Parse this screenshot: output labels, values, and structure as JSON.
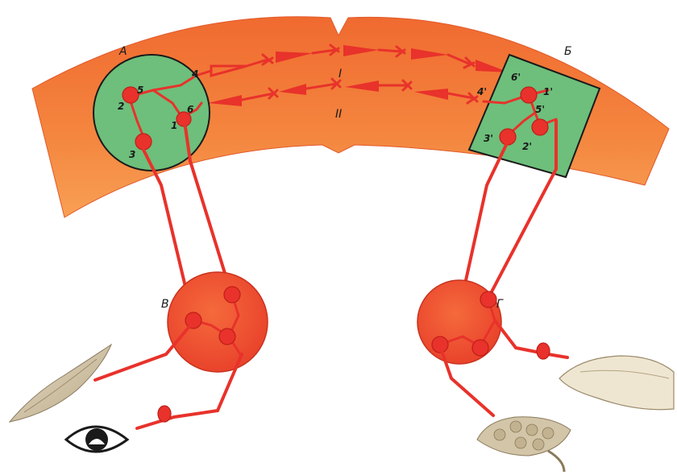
{
  "colors": {
    "cortex": "#f47a3a",
    "cortex_dark": "#e2542a",
    "zone": "#6dbf7b",
    "nucleus": "#f2552f",
    "neuron": "#e8322b"
  },
  "labels": {
    "zone_a": "А",
    "zone_b": "Б",
    "nucleus_v": "В",
    "nucleus_g": "Г",
    "path_1": "I",
    "path_2": "II"
  },
  "zone_a_neurons": [
    "1",
    "2",
    "3",
    "4",
    "5",
    "6"
  ],
  "zone_b_neurons": [
    "1'",
    "2'",
    "3'",
    "4'",
    "5'",
    "6'"
  ],
  "icons": [
    "eye-icon",
    "muscle-icon",
    "salivary-gland-icon",
    "tongue-icon"
  ]
}
